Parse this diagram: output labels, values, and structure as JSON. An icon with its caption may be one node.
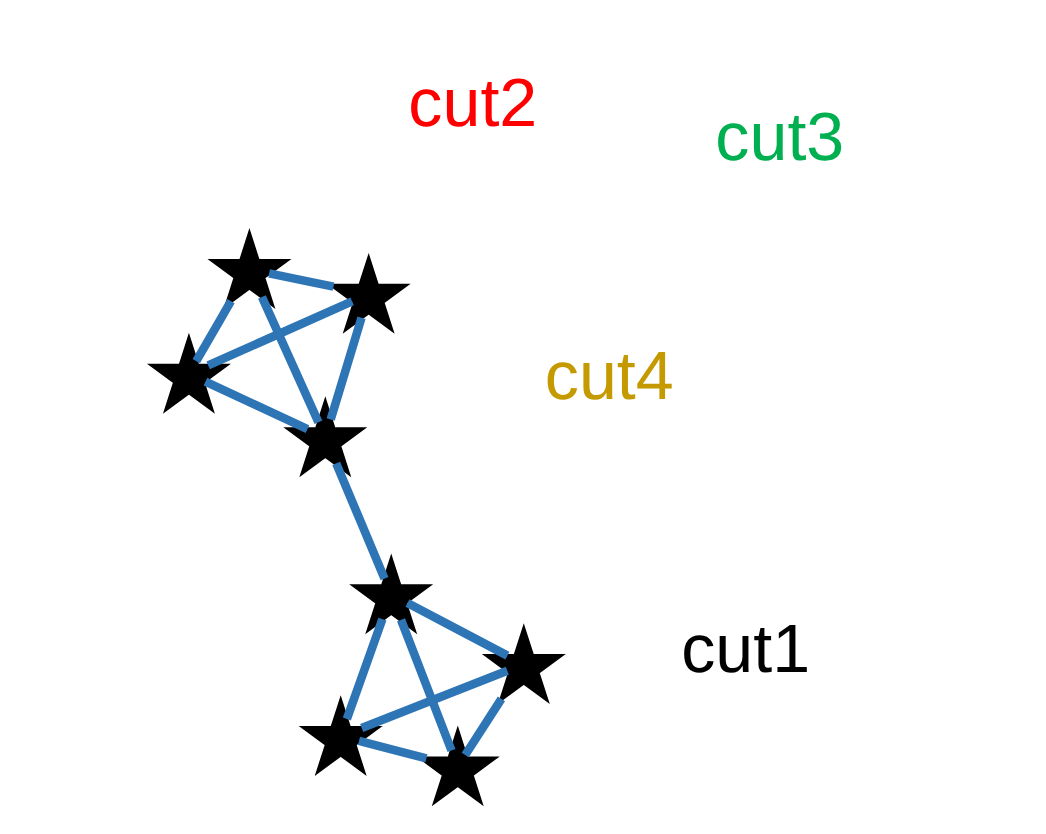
{
  "diagram": {
    "nodes": [
      {
        "text": [],
        "shape": "star"
      },
      {
        "text": [],
        "shape": "star"
      },
      {
        "text": [],
        "shape": "star"
      },
      {
        "text": [],
        "shape": "star"
      },
      {
        "text": [],
        "shape": "star"
      },
      {
        "text": [],
        "shape": "star"
      },
      {
        "text": [],
        "shape": "star"
      },
      {
        "text": [],
        "shape": "star"
      }
    ],
    "edges": [
      {
        "from": 0,
        "to": 1,
        "arrow": "none"
      },
      {
        "from": 0,
        "to": 3,
        "arrow": "none"
      },
      {
        "from": 0,
        "to": 2,
        "arrow": "none"
      },
      {
        "from": 1,
        "to": 3,
        "arrow": "none"
      },
      {
        "from": 1,
        "to": 2,
        "arrow": "none"
      },
      {
        "from": 3,
        "to": 2,
        "arrow": "none"
      },
      {
        "from": 3,
        "to": 4,
        "arrow": "none"
      },
      {
        "from": 4,
        "to": 5,
        "arrow": "none"
      },
      {
        "from": 4,
        "to": 7,
        "arrow": "none"
      },
      {
        "from": 4,
        "to": 6,
        "arrow": "none"
      },
      {
        "from": 5,
        "to": 7,
        "arrow": "none"
      },
      {
        "from": 5,
        "to": 6,
        "arrow": "none"
      },
      {
        "from": 7,
        "to": 6,
        "arrow": "none"
      }
    ],
    "labels": [
      "cut4",
      "cut1",
      "cut3",
      "cut2"
    ]
  }
}
